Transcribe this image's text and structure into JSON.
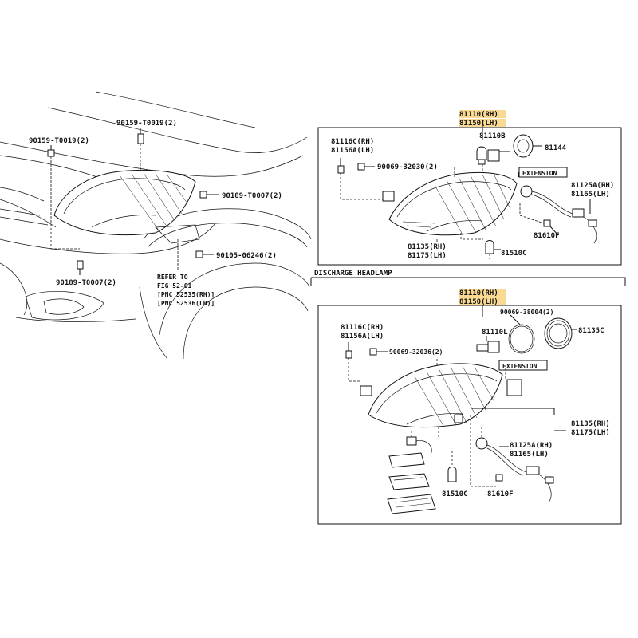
{
  "overview": {
    "callouts": [
      {
        "id": "c1",
        "text": "90159-T0019(2)"
      },
      {
        "id": "c2",
        "text": "90159-T0019(2)"
      },
      {
        "id": "c3",
        "text": "90189-T0007(2)"
      },
      {
        "id": "c4",
        "text": "90105-06246(2)"
      },
      {
        "id": "c5",
        "text": "90189-T0007(2)"
      }
    ],
    "refer": {
      "line1": "REFER TO",
      "line2": "FIG 52-01",
      "line3": "[PNC 52535(RH)]",
      "line4": "[PNC 52536(LH)]"
    }
  },
  "panel_top": {
    "header_rh": "81110(RH)",
    "header_lh": "81150(LH)",
    "labels": {
      "p1": "81116C(RH)",
      "p2": "81156A(LH)",
      "p3": "90069-32030(2)",
      "p4": "81110B",
      "p5": "81144",
      "extension": "EXTENSION",
      "p6": "81125A(RH)",
      "p7": "81165(LH)",
      "p8": "81610F",
      "p9": "81135(RH)",
      "p10": "81175(LH)",
      "p11": "81510C"
    }
  },
  "section_title": "DISCHARGE HEADLAMP",
  "panel_bottom": {
    "header_rh": "81110(RH)",
    "header_lh": "81150(LH)",
    "labels": {
      "q1": "90069-38004(2)",
      "q2": "81116C(RH)",
      "q3": "81156A(LH)",
      "q4": "81110L",
      "q5": "81135C",
      "q6": "90069-32036(2)",
      "extension": "EXTENSION",
      "q7": "81135(RH)",
      "q8": "81175(LH)",
      "q9": "81125A(RH)",
      "q10": "81165(LH)",
      "q11": "81510C",
      "q12": "81610F"
    }
  },
  "colors": {
    "ink": "#111111",
    "highlight": "#f6b93b",
    "background": "#ffffff"
  }
}
